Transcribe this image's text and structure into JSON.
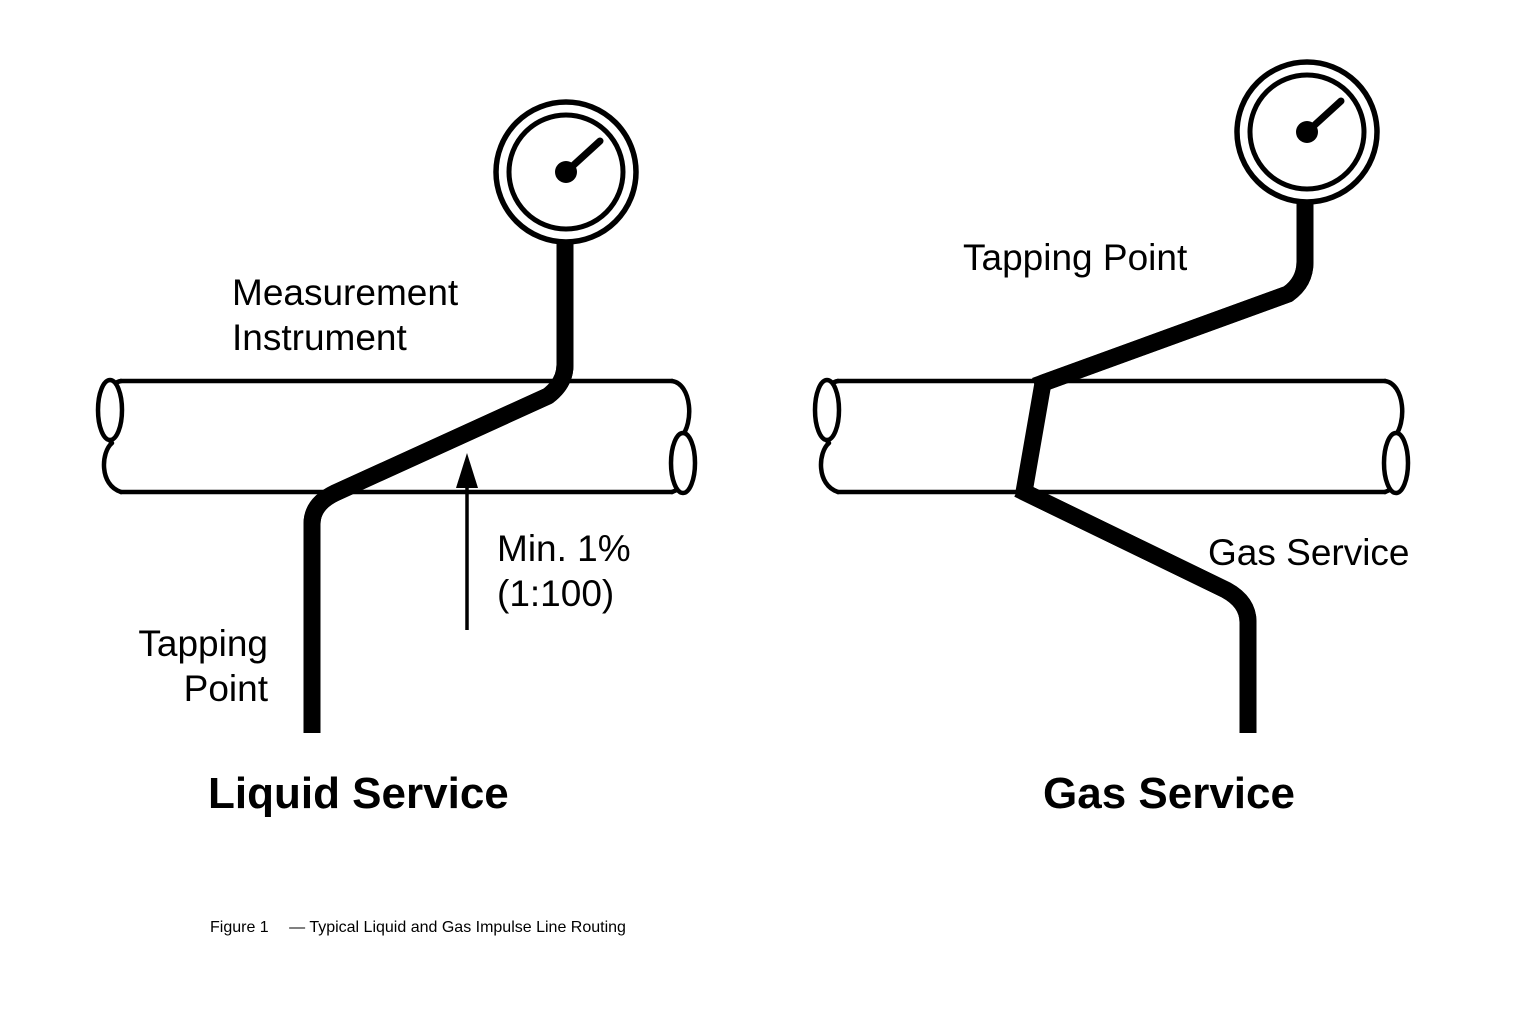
{
  "figure": {
    "caption_bold": "Figure 1",
    "caption_rest": "— Typical Liquid and Gas Impulse Line Routing",
    "background_color": "#ffffff",
    "line_color": "#000000"
  },
  "left_panel": {
    "title": "Liquid Service",
    "instrument_label_line1": "Measurement",
    "instrument_label_line2": "Instrument",
    "tapping_label_line1": "Tapping",
    "tapping_label_line2": "Point",
    "slope_label_line1": "Min. 1%",
    "slope_label_line2": "(1:100)",
    "gauge_name": "pressure-gauge",
    "pipe_name": "process-pipe"
  },
  "right_panel": {
    "title": "Gas Service",
    "tapping_label": "Tapping Point",
    "service_label": "Gas Service",
    "gauge_name": "pressure-gauge",
    "pipe_name": "process-pipe"
  },
  "chart_data": {
    "type": "diagram",
    "title": "Figure 1 — Typical Liquid and Gas Impulse Line Routing",
    "panels": [
      {
        "name": "Liquid Service",
        "tapping_point_position": "bottom of pipe",
        "impulse_line_direction": "downward slope from instrument to tapping point",
        "minimum_slope_percent": 1,
        "minimum_slope_ratio": "1:100",
        "annotations": [
          "Measurement Instrument",
          "Tapping Point",
          "Min. 1%",
          "(1:100)"
        ]
      },
      {
        "name": "Gas Service",
        "tapping_point_position": "top of pipe",
        "impulse_line_direction": "upward slope from tapping point to instrument",
        "annotations": [
          "Tapping Point",
          "Gas Service"
        ]
      }
    ]
  }
}
